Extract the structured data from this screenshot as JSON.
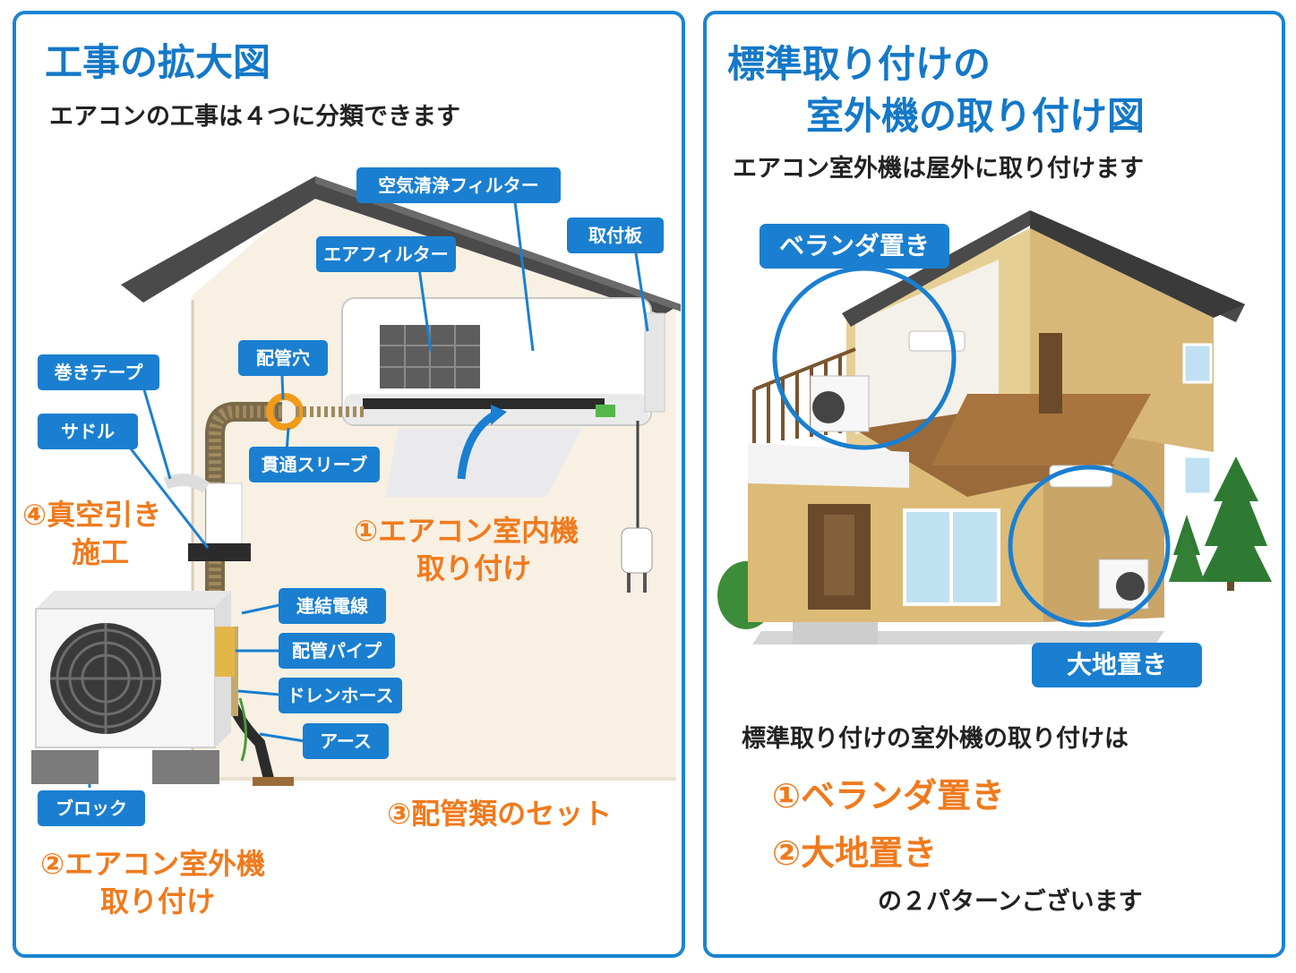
{
  "left": {
    "title": "工事の拡大図",
    "subtitle": "エアコンの工事は４つに分類できます",
    "labels": {
      "air_purifier_filter": "空気清浄フィルター",
      "mounting_plate": "取付板",
      "air_filter": "エアフィルター",
      "pipe_hole": "配管穴",
      "wrapping_tape": "巻きテープ",
      "saddle": "サドル",
      "through_sleeve": "貫通スリーブ",
      "connecting_wire": "連結電線",
      "piping_pipe": "配管パイプ",
      "drain_hose": "ドレンホース",
      "earth": "アース",
      "block": "ブロック"
    },
    "steps": {
      "step1_line1": "①エアコン室内機",
      "step1_line2": "取り付け",
      "step2_line1": "②エアコン室外機",
      "step2_line2": "取り付け",
      "step3": "③配管類のセット",
      "step4_line1": "④真空引き",
      "step4_line2": "施工"
    }
  },
  "right": {
    "title_line1": "標準取り付けの",
    "title_line2": "室外機の取り付け図",
    "subtitle": "エアコン室外機は屋外に取り付けます",
    "veranda_tag": "ベランダ置き",
    "ground_tag": "大地置き",
    "summary_intro": "標準取り付けの室外機の取り付けは",
    "option1": "①ベランダ置き",
    "option2": "②大地置き",
    "summary_outro": "の２パターンございます"
  },
  "colors": {
    "frame_blue": "#1a84d3",
    "tag_blue": "#1a7fd0",
    "title_blue": "#1478c8",
    "accent_orange": "#f07a1d"
  }
}
